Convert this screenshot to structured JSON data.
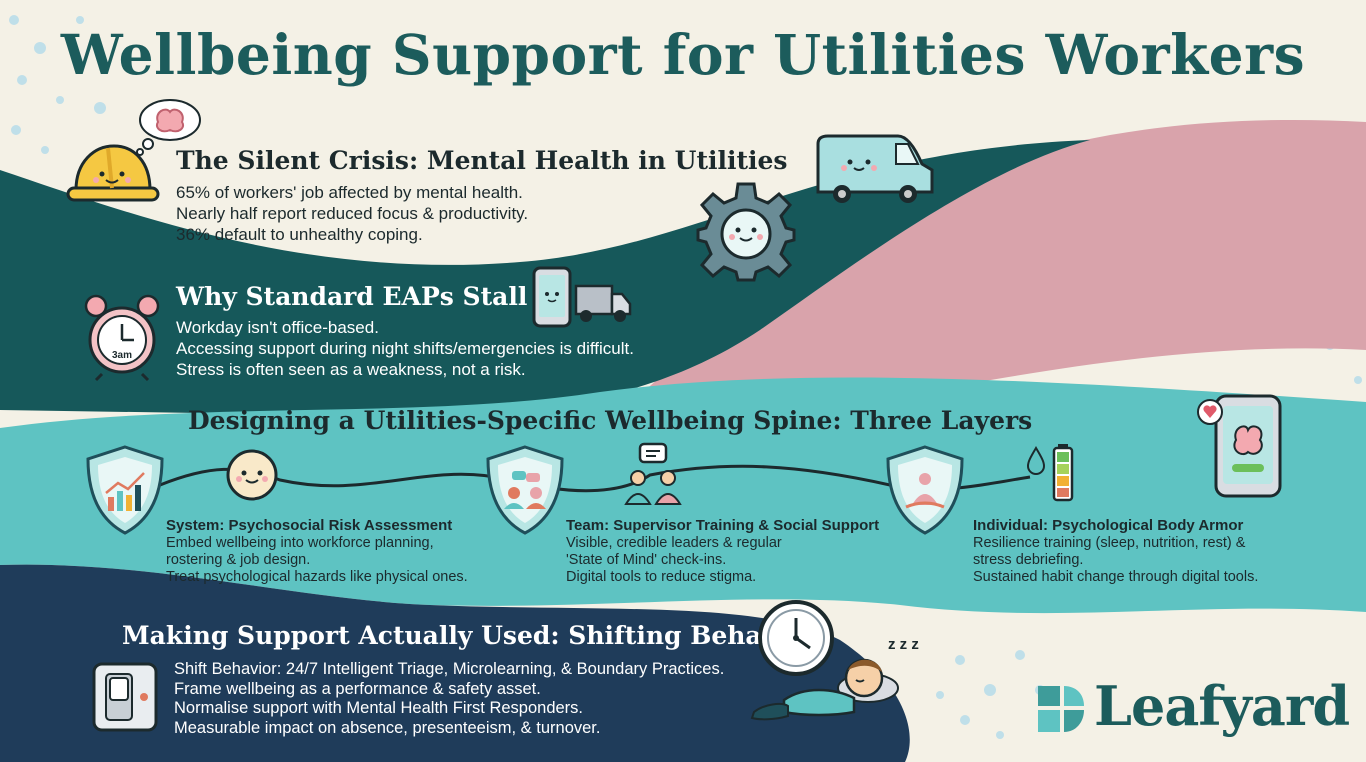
{
  "title": "Wellbeing Support for Utilities Workers",
  "sections": {
    "crisis": {
      "heading": "The Silent Crisis: Mental Health in Utilities",
      "lines": [
        "65% of workers' job affected by mental health.",
        "Nearly half report reduced focus & productivity.",
        "36% default to unhealthy coping."
      ]
    },
    "eaps": {
      "heading": "Why Standard EAPs Stall",
      "lines": [
        "Workday isn't office-based.",
        "Accessing support during night shifts/emergencies is difficult.",
        "Stress is often seen as a weakness, not a risk."
      ]
    },
    "spine": {
      "heading": "Designing a Utilities-Specific Wellbeing Spine: Three Layers",
      "layers": [
        {
          "heading": "System: Psychosocial Risk Assessment",
          "lines": [
            "Embed wellbeing into workforce planning,",
            "rostering & job design.",
            "Treat psychological hazards like physical ones."
          ]
        },
        {
          "heading": "Team: Supervisor Training & Social Support",
          "lines": [
            "Visible, credible leaders & regular",
            "'State of Mind' check-ins.",
            "Digital tools to reduce stigma."
          ]
        },
        {
          "heading": "Individual: Psychological Body Armor",
          "lines": [
            "Resilience training (sleep, nutrition, rest) &",
            "stress debriefing.",
            "Sustained habit change through digital tools."
          ]
        }
      ]
    },
    "usage": {
      "heading": "Making Support Actually Used: Shifting Behavior",
      "lines": [
        "Shift Behavior: 24/7 Intelligent Triage, Microlearning, & Boundary Practices.",
        "Frame wellbeing as a performance & safety asset.",
        "Normalise support with Mental Health First Responders.",
        "Measurable impact on absence, presenteeism, & turnover."
      ]
    }
  },
  "clock_label": "3am",
  "sleep_label": "z z z",
  "logo": {
    "name": "Leafyard"
  },
  "icons": [
    "brain-thought-icon",
    "hard-hat-icon",
    "van-icon",
    "gear-icon",
    "alarm-clock-icon",
    "phone-icon",
    "truck-icon",
    "shield-chart-icon",
    "smiley-face-icon",
    "shield-team-icon",
    "people-chat-icon",
    "shield-meditation-icon",
    "water-drop-icon",
    "battery-icon",
    "phone-brain-icon",
    "wall-clock-icon",
    "sleeping-worker-icon",
    "switch-icon",
    "leaf-logo-icon"
  ],
  "colors": {
    "background": "#f4f1e6",
    "dark_teal": "#16585a",
    "teal": "#5ec3c2",
    "navy": "#1f3c5a",
    "pink": "#d9a3ab",
    "title": "#1c5c5c"
  }
}
